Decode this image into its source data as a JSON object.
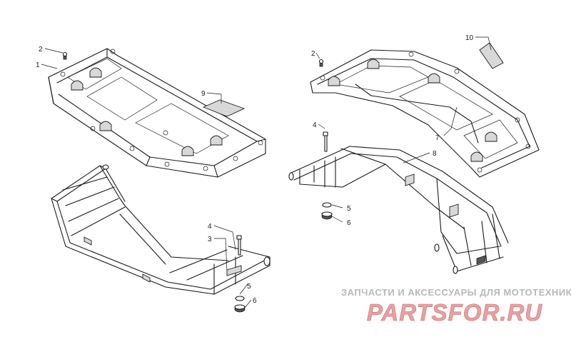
{
  "callouts": {
    "c1": "1",
    "c2a": "2",
    "c2b": "2",
    "c3": "3",
    "c4a": "4",
    "c4b": "4",
    "c5a": "5",
    "c5b": "5",
    "c6a": "6",
    "c6b": "6",
    "c7": "7",
    "c8": "8",
    "c9": "9",
    "c10": "10"
  },
  "watermark": {
    "tagline": "ЗАПЧАСТИ И АКСЕССУАРЫ ДЛЯ МОТОТЕХНИКИ",
    "logo": "PARTSFOR.RU"
  },
  "colors": {
    "line": "#1a1a1a",
    "watermark_gray": "#b8b8b8",
    "watermark_red": "#e8a0a0"
  }
}
